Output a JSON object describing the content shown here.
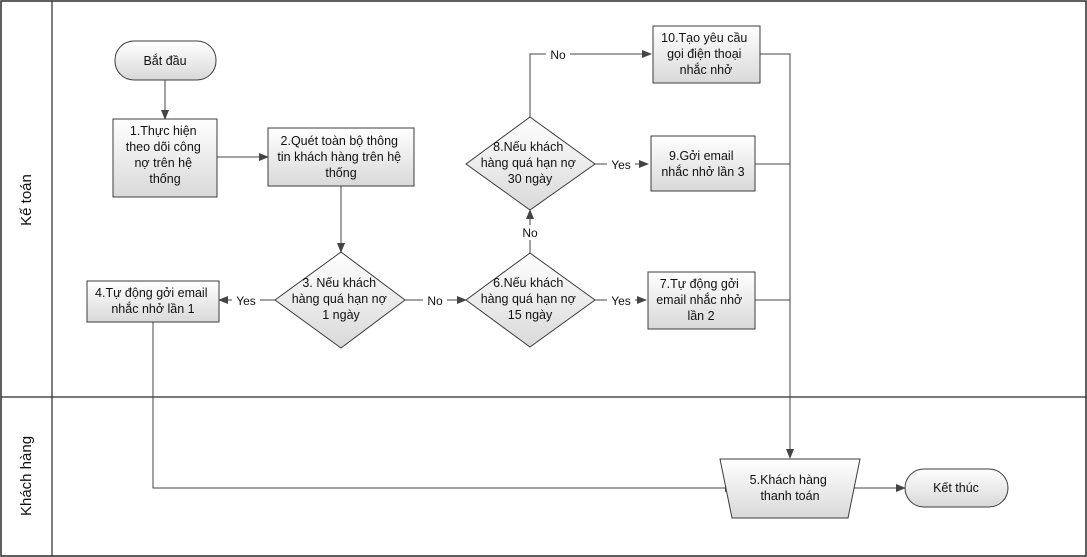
{
  "lanes": {
    "accountant": "Kế toán",
    "customer": "Khách hàng"
  },
  "nodes": {
    "start": [
      "Bắt đầu"
    ],
    "step1": [
      "1.Thực hiện",
      "theo dõi công",
      "nợ trên hệ",
      "thống"
    ],
    "step2": [
      "2.Quét toàn bộ thông",
      "tin khách hàng trên hệ",
      "thống"
    ],
    "step3": [
      "3. Nếu khách",
      "hàng quá hạn nợ",
      "1 ngày"
    ],
    "step4": [
      "4.Tự động gởi email",
      "nhắc nhở lần 1"
    ],
    "step5": [
      "5.Khách hàng",
      "thanh toán"
    ],
    "step6": [
      "6.Nếu khách",
      "hàng quá hạn nợ",
      "15 ngày"
    ],
    "step7": [
      "7.Tự động gởi",
      "email nhắc nhở",
      "lần 2"
    ],
    "step8": [
      "8.Nếu khách",
      "hàng quá hạn nợ",
      "30 ngày"
    ],
    "step9": [
      "9.Gởi email",
      "nhắc nhở lần 3"
    ],
    "step10": [
      "10.Tạo yêu cầu",
      "gọi điện thoại",
      "nhắc nhở"
    ],
    "end": [
      "Kết thúc"
    ]
  },
  "edge_labels": {
    "step3_yes": "Yes",
    "step3_no": "No",
    "step6_yes": "Yes",
    "step6_no": "No",
    "step8_yes": "Yes",
    "step8_no": "No"
  },
  "colors": {
    "border": "#2b2b2b",
    "shape_stroke": "#3c3c3c",
    "fill_light": "#ffffff",
    "fill_dark": "#d9d9d9",
    "connector": "#444444"
  }
}
